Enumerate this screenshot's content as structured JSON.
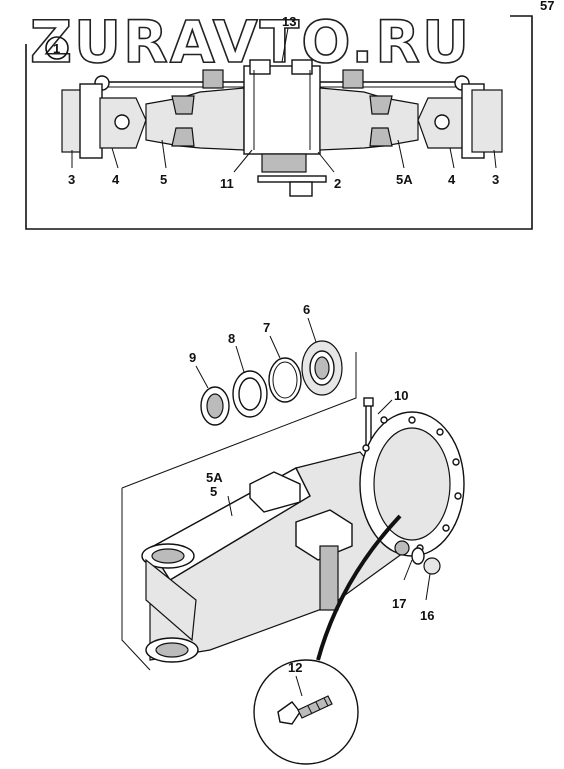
{
  "watermark": "ZURAVTO.RU",
  "page_mark": "57",
  "figure_number": "1",
  "axle_labels": {
    "l3": "3",
    "l4": "4",
    "l5": "5",
    "l11": "11",
    "l2": "2",
    "l5a": "5A",
    "r4": "4",
    "r3": "3",
    "l13": "13"
  },
  "housing_labels": {
    "l9": "9",
    "l8": "8",
    "l7": "7",
    "l6": "6",
    "l10": "10",
    "l5a": "5A",
    "l5": "5",
    "l17": "17",
    "l16": "16",
    "l12": "12"
  }
}
